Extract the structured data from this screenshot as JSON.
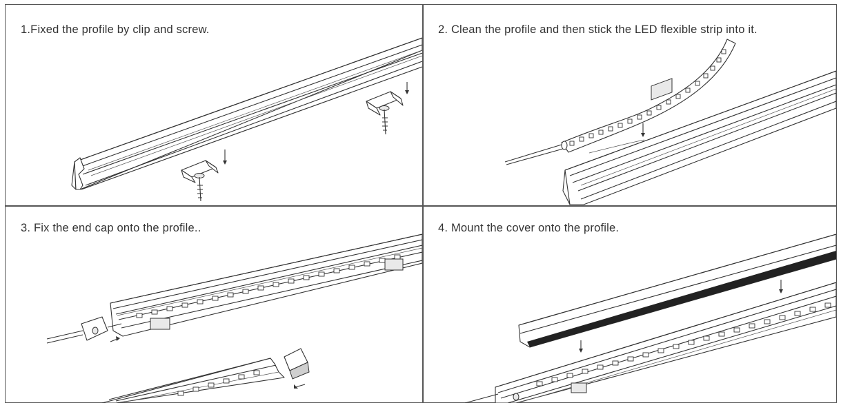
{
  "steps": [
    {
      "caption": "1.Fixed the profile by clip and screw."
    },
    {
      "caption": "2. Clean the profile and then stick the LED flexible strip into it."
    },
    {
      "caption": "3. Fix the end cap onto the profile.."
    },
    {
      "caption": "4. Mount the cover onto the profile."
    }
  ],
  "colors": {
    "line": "#333333",
    "border": "#555555",
    "background": "#ffffff"
  }
}
